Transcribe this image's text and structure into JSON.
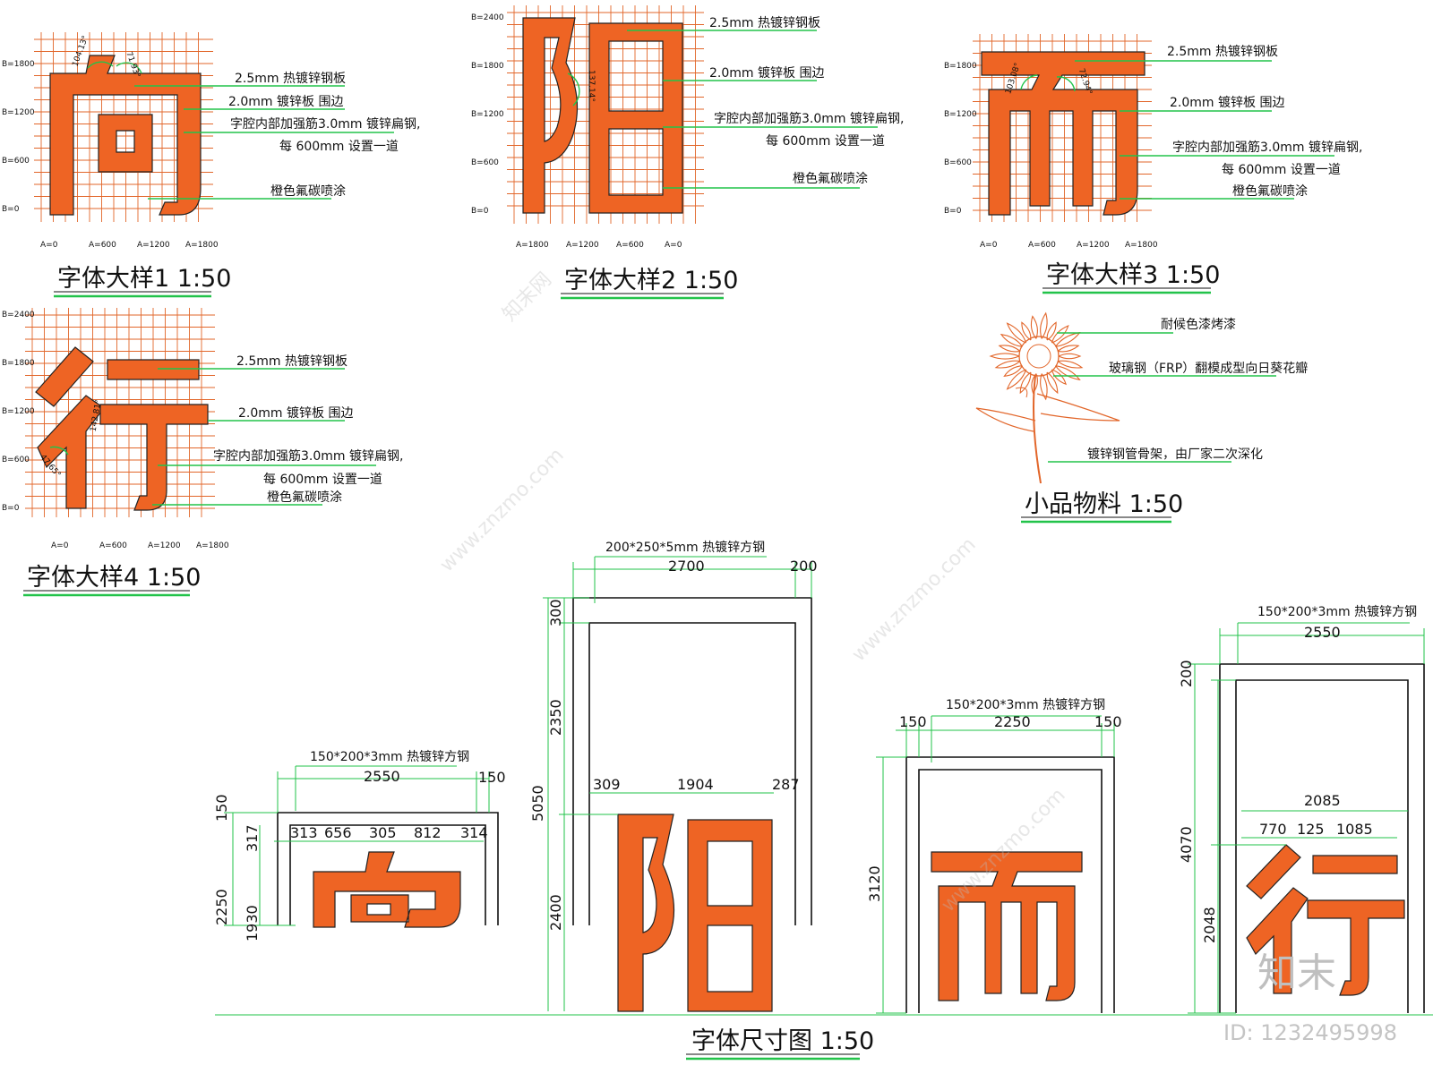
{
  "details": [
    {
      "title": "字体大样1 1:50",
      "char": "向",
      "b_labels": [
        "B=1800",
        "B=1200",
        "B=600",
        "B=0"
      ],
      "a_labels": [
        "A=0",
        "A=600",
        "A=1200",
        "A=1800"
      ],
      "angles": [
        "104.13°",
        "71.93°"
      ],
      "notes": [
        "2.5mm  热镀锌钢板",
        "2.0mm  镀锌板  围边",
        "字腔内部加强筋3.0mm  镀锌扁钢,",
        "每 600mm  设置一道",
        "橙色氟碳喷涂"
      ]
    },
    {
      "title": "字体大样2 1:50",
      "char": "阳",
      "b_labels": [
        "B=2400",
        "B=1800",
        "B=1200",
        "B=600",
        "B=0"
      ],
      "a_labels": [
        "A=1800",
        "A=1200",
        "A=600",
        "A=0"
      ],
      "angles": [
        "137.14°"
      ],
      "notes": [
        "2.5mm  热镀锌钢板",
        "2.0mm  镀锌板  围边",
        "字腔内部加强筋3.0mm  镀锌扁钢,",
        "每 600mm  设置一道",
        "橙色氟碳喷涂"
      ]
    },
    {
      "title": "字体大样3 1:50",
      "char": "而",
      "b_labels": [
        "B=1800",
        "B=1200",
        "B=600",
        "B=0"
      ],
      "a_labels": [
        "A=0",
        "A=600",
        "A=1200",
        "A=1800"
      ],
      "angles": [
        "103.08°",
        "72.94°"
      ],
      "notes": [
        "2.5mm  热镀锌钢板",
        "2.0mm  镀锌板  围边",
        "字腔内部加强筋3.0mm  镀锌扁钢,",
        "每 600mm  设置一道",
        "橙色氟碳喷涂"
      ]
    },
    {
      "title": "字体大样4 1:50",
      "char": "行",
      "b_labels": [
        "B=2400",
        "B=1800",
        "B=1200",
        "B=600",
        "B=0"
      ],
      "a_labels": [
        "A=0",
        "A=600",
        "A=1200",
        "A=1800"
      ],
      "angles": [
        "142.81°",
        "47.65°"
      ],
      "notes": [
        "2.5mm  热镀锌钢板",
        "2.0mm  镀锌板  围边",
        "字腔内部加强筋3.0mm  镀锌扁钢,",
        "每 600mm  设置一道",
        "橙色氟碳喷涂"
      ]
    }
  ],
  "sunflower": {
    "title": "小品物料 1:50",
    "notes": [
      "耐候色漆烤漆",
      "玻璃钢（FRP）翻模成型向日葵花瓣",
      "镀锌钢管骨架，由厂家二次深化"
    ]
  },
  "elevations": {
    "title": "字体尺寸图 1:50",
    "xiang": {
      "spec": "150*200*3mm  热镀锌方钢",
      "dims": [
        "2550",
        "150",
        "313",
        "656",
        "305",
        "812",
        "314",
        "150",
        "317",
        "2250",
        "1930"
      ]
    },
    "yang": {
      "spec": "200*250*5mm  热镀锌方钢",
      "dims": [
        "2700",
        "200",
        "300",
        "2350",
        "5050",
        "309",
        "1904",
        "287",
        "2400"
      ]
    },
    "er": {
      "spec": "150*200*3mm  热镀锌方钢",
      "dims": [
        "150",
        "2250",
        "150",
        "3120"
      ]
    },
    "xing": {
      "spec": "150*200*3mm  热镀锌方钢",
      "dims": [
        "2550",
        "200",
        "2085",
        "770",
        "125",
        "1085",
        "4070",
        "2048"
      ]
    }
  },
  "watermark": {
    "url": "www.znzmo.com",
    "site": "知末网",
    "brand": "知末",
    "id": "ID: 1232495998"
  },
  "colors": {
    "glyph": "#ee6424",
    "grid": "#e2662a",
    "leader": "#22c34a"
  }
}
